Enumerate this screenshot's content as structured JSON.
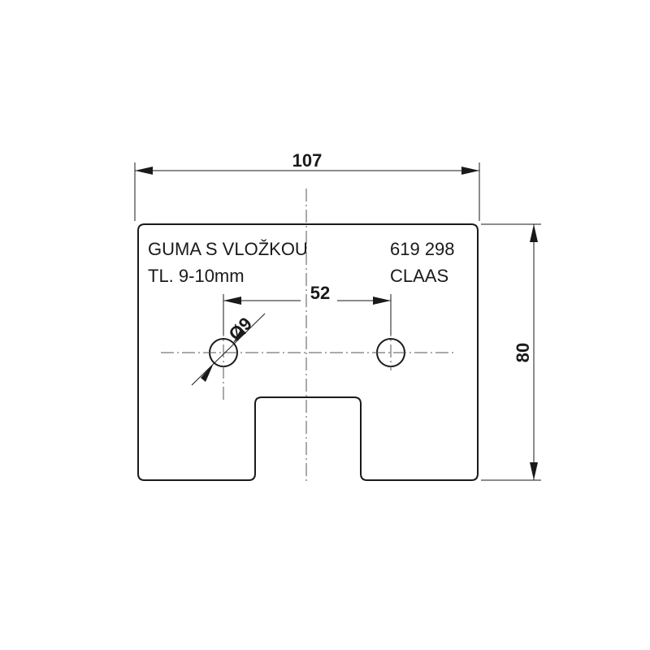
{
  "part": {
    "name": "GUMA S VLOŽKOU",
    "thickness": "TL. 9-10mm",
    "code": "619 298",
    "brand": "CLAAS"
  },
  "dimensions": {
    "overall_width": "107",
    "overall_height": "80",
    "hole_spacing": "52",
    "hole_diameter": "Ø9"
  },
  "colors": {
    "line": "#1a1a1a",
    "centerline": "#555555",
    "background": "#ffffff"
  }
}
